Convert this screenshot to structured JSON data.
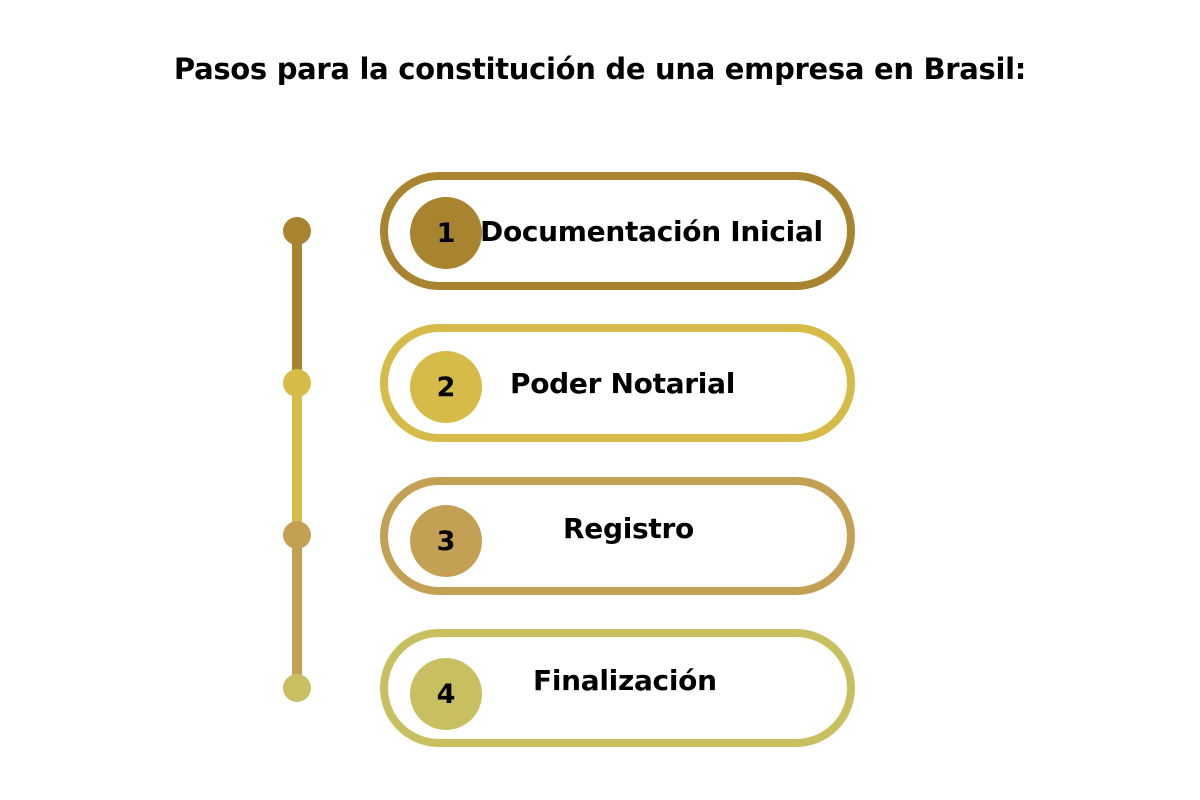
{
  "title": "Pasos para la constitución de una empresa en Brasil:",
  "steps": [
    {
      "number": "1",
      "label": "Documentación Inicial",
      "color": "#A88430"
    },
    {
      "number": "2",
      "label": "Poder Notarial",
      "color": "#D6BB48"
    },
    {
      "number": "3",
      "label": "Registro",
      "color": "#C4A055"
    },
    {
      "number": "4",
      "label": "Finalización",
      "color": "#C8C060"
    }
  ]
}
